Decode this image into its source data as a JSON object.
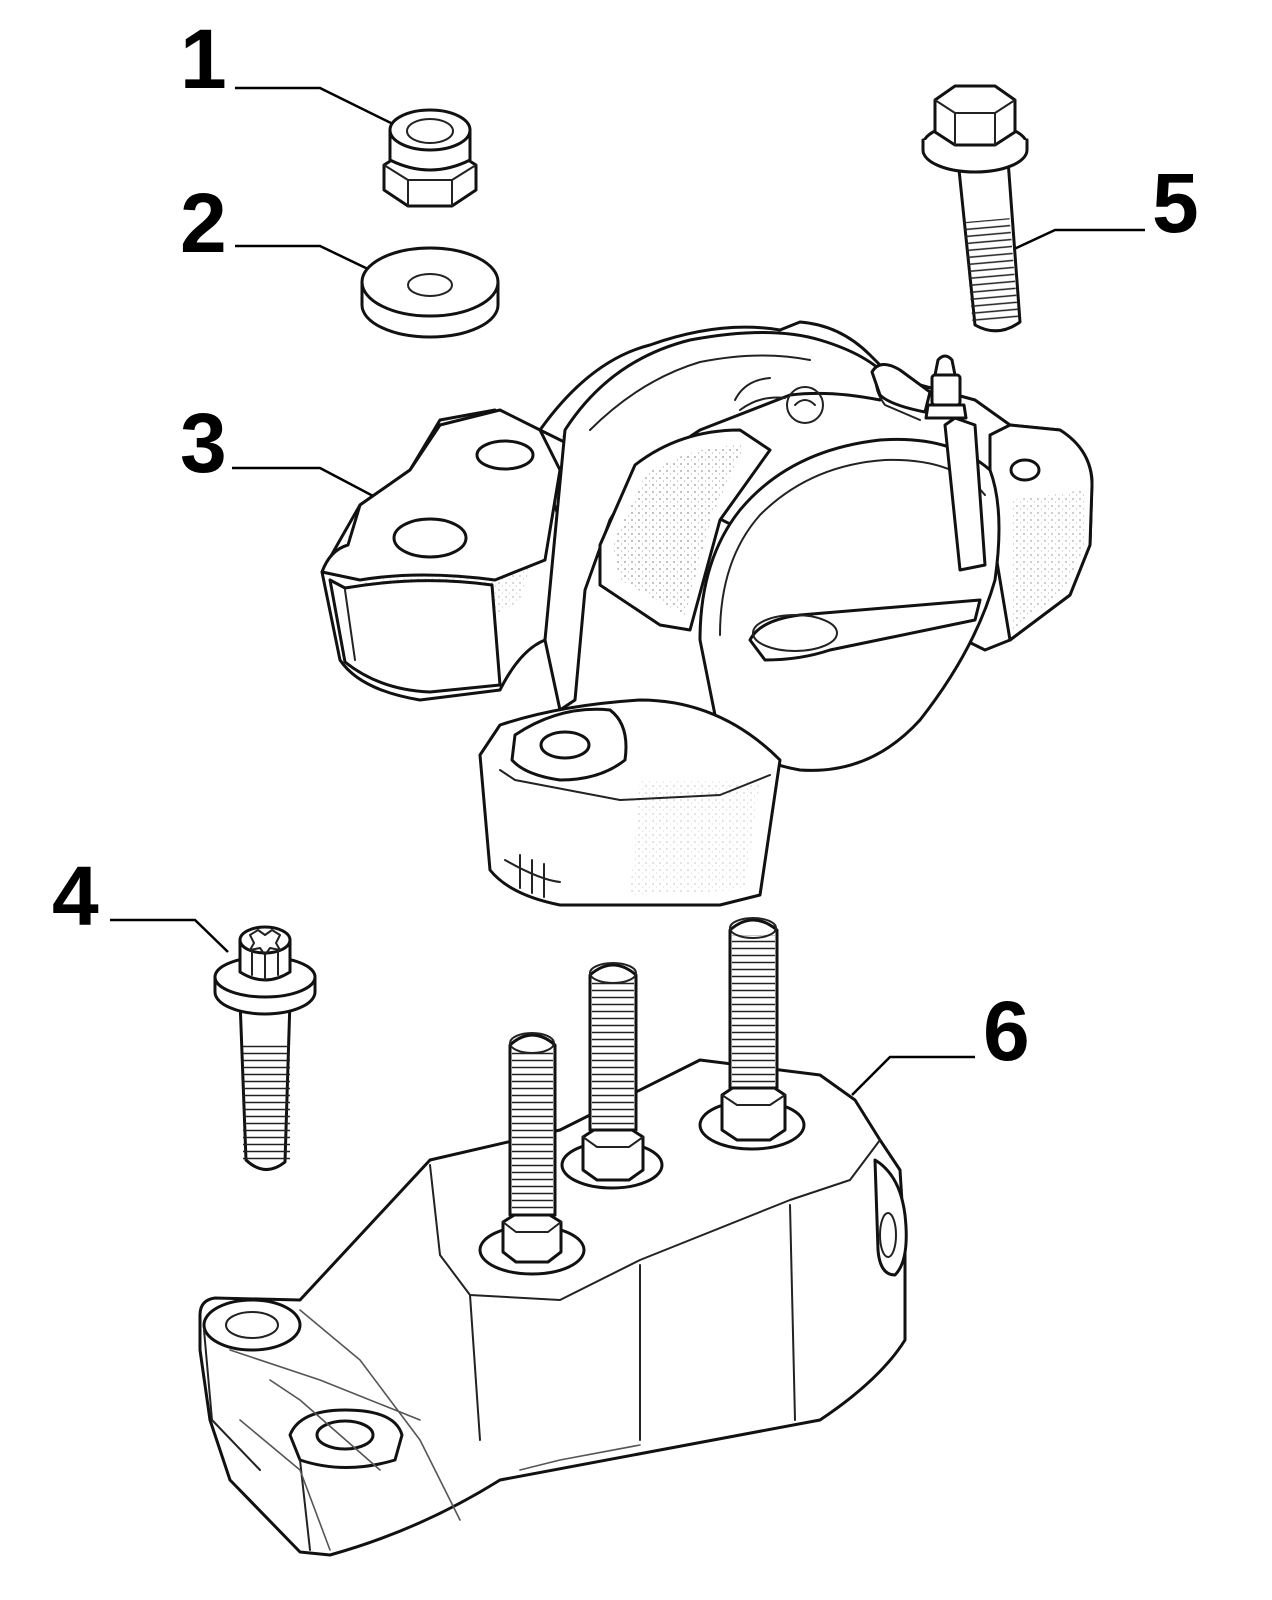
{
  "callouts": [
    {
      "id": "1",
      "label": "1"
    },
    {
      "id": "2",
      "label": "2"
    },
    {
      "id": "3",
      "label": "3"
    },
    {
      "id": "4",
      "label": "4"
    },
    {
      "id": "5",
      "label": "5"
    },
    {
      "id": "6",
      "label": "6"
    }
  ],
  "parts": [
    {
      "id": "1",
      "icon": "lock-nut-icon"
    },
    {
      "id": "2",
      "icon": "flat-washer-icon"
    },
    {
      "id": "3",
      "icon": "engine-mount-bracket-icon"
    },
    {
      "id": "4",
      "icon": "torx-flange-bolt-icon"
    },
    {
      "id": "5",
      "icon": "hex-flange-bolt-icon"
    },
    {
      "id": "6",
      "icon": "mounting-base-with-studs-icon"
    }
  ],
  "colors": {
    "line": "#111111",
    "background": "#ffffff"
  }
}
